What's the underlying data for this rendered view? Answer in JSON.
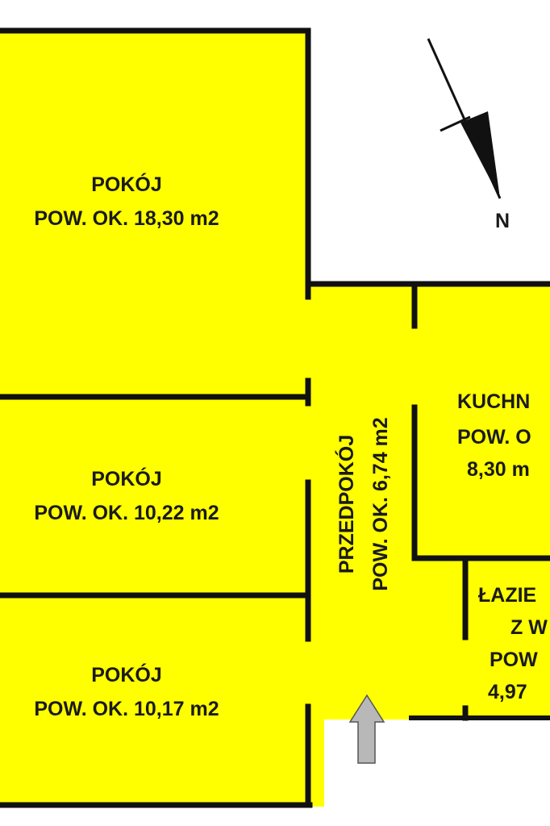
{
  "rooms": [
    {
      "id": "pokoj-1",
      "name": "POKÓJ",
      "area": "POW. OK. 18,30 m2"
    },
    {
      "id": "pokoj-2",
      "name": "POKÓJ",
      "area": "POW. OK. 10,22 m2"
    },
    {
      "id": "pokoj-3",
      "name": "POKÓJ",
      "area": "POW. OK. 10,17 m2"
    },
    {
      "id": "przedpokoj",
      "name": "PRZEDPOKÓJ",
      "area": "POW. OK. 6,74 m2"
    },
    {
      "id": "kuchnia",
      "name": "KUCHN",
      "area": "POW. O",
      "area2": "8,30 m"
    },
    {
      "id": "lazienka",
      "name": "ŁAZIE",
      "line2": "Z W",
      "line3": "POW",
      "area": "4,97"
    }
  ],
  "compass": {
    "label": "N",
    "icon": "north-arrow-icon"
  },
  "entrance": {
    "icon": "entrance-arrow-icon"
  },
  "colors": {
    "room_fill": "#ffff00",
    "wall": "#111111",
    "arrow": "#b8b8b8",
    "background": "#ffffff"
  }
}
